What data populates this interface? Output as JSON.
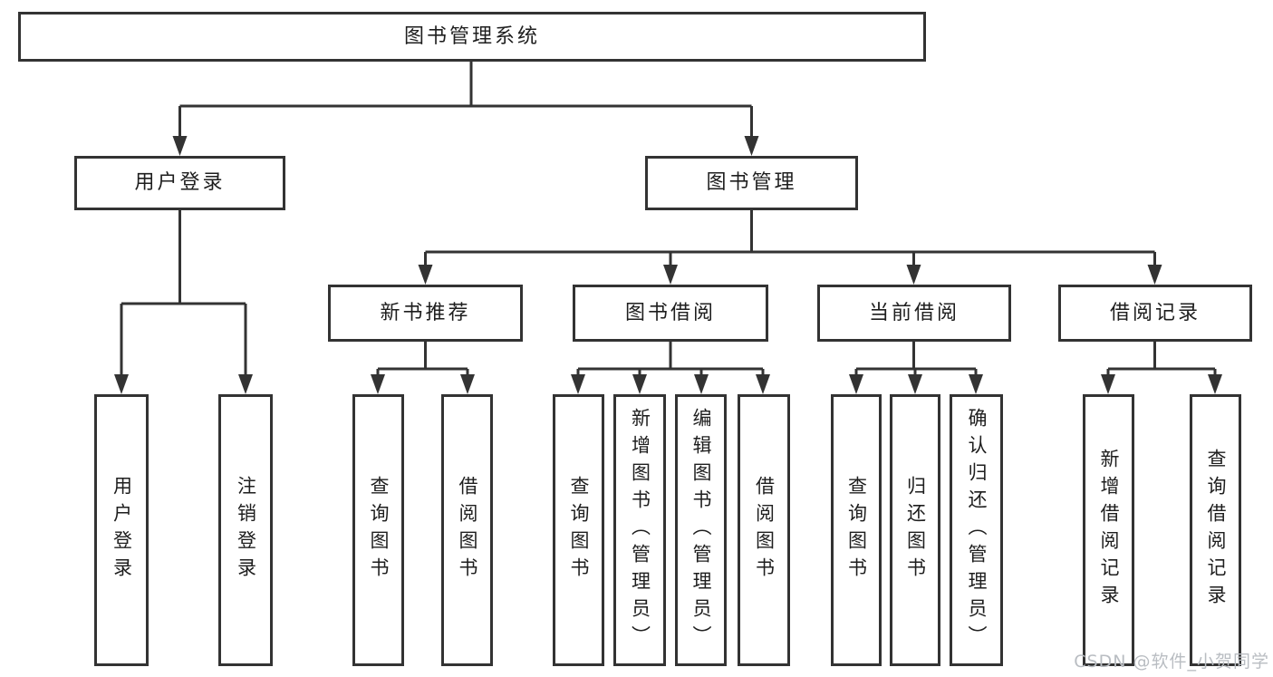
{
  "tree": {
    "root": "图书管理系统",
    "branches": [
      {
        "label": "用户登录",
        "children": [
          "用户登录",
          "注销登录"
        ]
      },
      {
        "label": "图书管理",
        "children": [
          {
            "label": "新书推荐",
            "children": [
              "查询图书",
              "借阅图书"
            ]
          },
          {
            "label": "图书借阅",
            "children": [
              "查询图书",
              "新增图书（管理员）",
              "编辑图书（管理员）",
              "借阅图书"
            ]
          },
          {
            "label": "当前借阅",
            "children": [
              "查询图书",
              "归还图书",
              "确认归还（管理员）"
            ]
          },
          {
            "label": "借阅记录",
            "children": [
              "新增借阅记录",
              "查询借阅记录"
            ]
          }
        ]
      }
    ]
  },
  "watermark": "CSDN @软件_小贺同学",
  "colors": {
    "line": "#333333",
    "box_border": "#333333",
    "text": "#1e1e1e",
    "watermark": "#b9bdc2",
    "background": "#ffffff"
  }
}
